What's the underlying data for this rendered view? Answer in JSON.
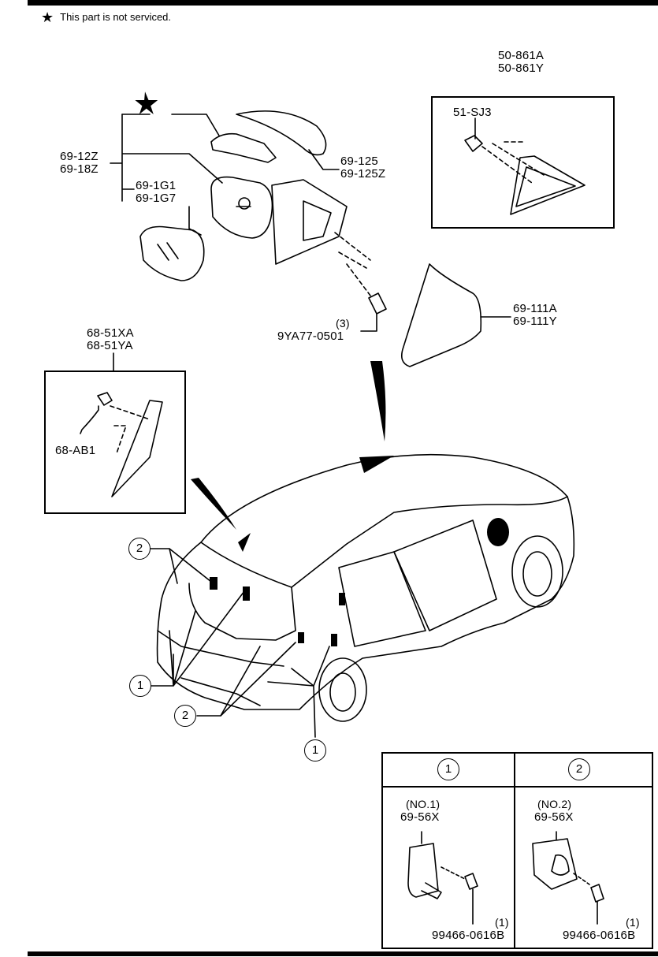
{
  "note": {
    "star": "★",
    "text": "This part is not serviced."
  },
  "parts": {
    "p_50861A": "50-861A",
    "p_50861Y": "50-861Y",
    "p_51SJ3": "51-SJ3",
    "p_6912Z": "69-12Z",
    "p_6918Z": "69-18Z",
    "p_691G1": "69-1G1",
    "p_691G7": "69-1G7",
    "p_69125": "69-125",
    "p_69125Z": "69-125Z",
    "p_69111A": "69-111A",
    "p_69111Y": "69-111Y",
    "qty_bolt": "(3)",
    "p_9YA77": "9YA77-0501",
    "p_6851XA": "68-51XA",
    "p_6851YA": "68-51YA",
    "p_68AB1": "68-AB1"
  },
  "callouts": {
    "one": "1",
    "two": "2"
  },
  "table": {
    "col1": {
      "header": "1",
      "no": "(NO.1)",
      "part": "69-56X",
      "qty": "(1)",
      "bolt": "99466-0616B"
    },
    "col2": {
      "header": "2",
      "no": "(NO.2)",
      "part": "69-56X",
      "qty": "(1)",
      "bolt": "99466-0616B"
    }
  }
}
